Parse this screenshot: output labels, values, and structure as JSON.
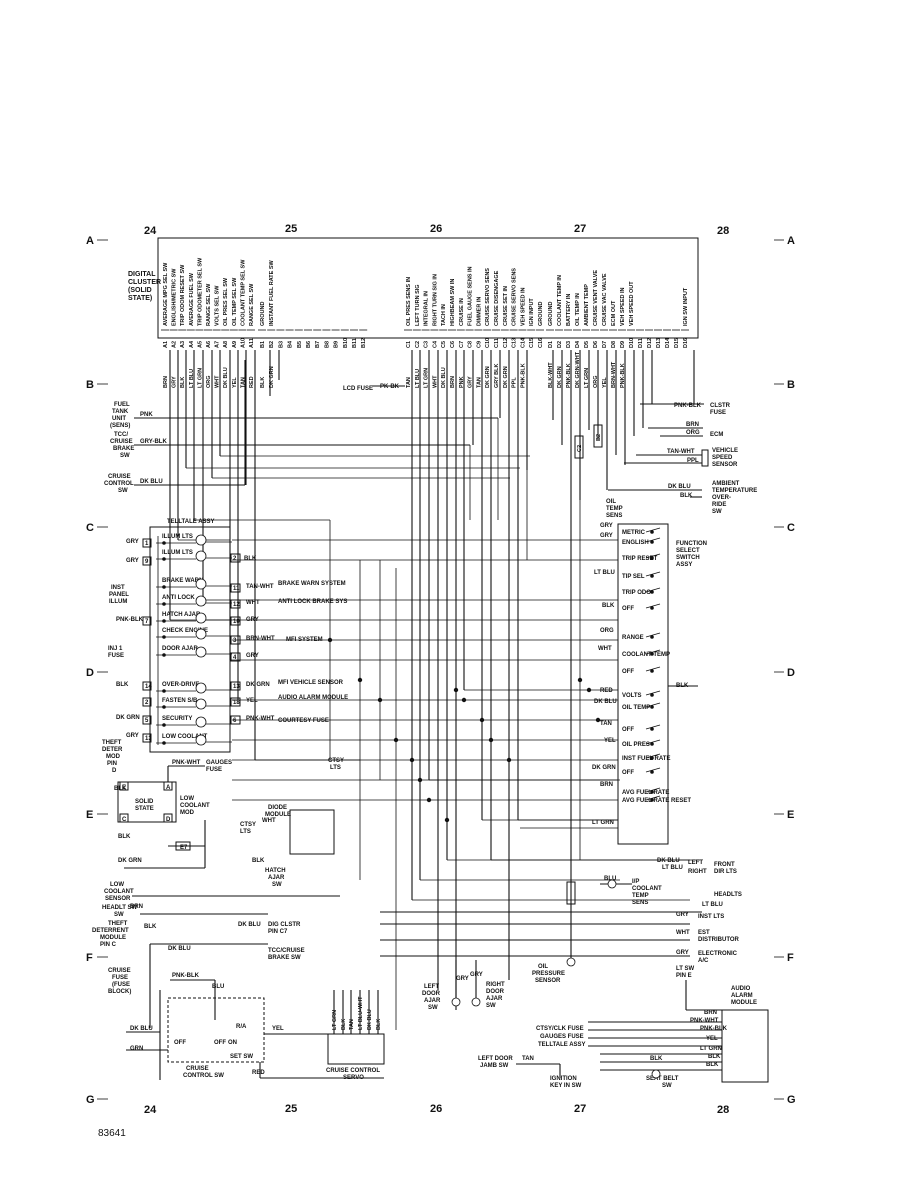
{
  "grid": {
    "columns": [
      "24",
      "25",
      "26",
      "27",
      "28"
    ],
    "rows": [
      "A",
      "B",
      "C",
      "D",
      "E",
      "F",
      "G"
    ]
  },
  "cluster": {
    "title": "DIGITAL CLUSTER (SOLID STATE)",
    "pinsA": [
      "A1",
      "A2",
      "A3",
      "A4",
      "A5",
      "A6",
      "A7",
      "A8",
      "A9",
      "A10",
      "A11"
    ],
    "pinsB": [
      "B1",
      "B2",
      "B3",
      "B4",
      "B5",
      "B6",
      "B7",
      "B8",
      "B9",
      "B10",
      "B11",
      "B12"
    ],
    "pinsC": [
      "C1",
      "C2",
      "C3",
      "C4",
      "C5",
      "C6",
      "C7",
      "C8",
      "C9",
      "C10",
      "C11",
      "C12",
      "C13",
      "C14",
      "C15",
      "C16"
    ],
    "pinsD": [
      "D1",
      "D2",
      "D3",
      "D4",
      "D5",
      "D6",
      "D7",
      "D8",
      "D9",
      "D10",
      "D11",
      "D12",
      "D13",
      "D14",
      "D15",
      "D16"
    ],
    "funcA": [
      "AVERAGE MPG SEL SW",
      "ENGLISH/METRIC SW",
      "TRIP ODOM RESET SW",
      "AVERAGE FUEL SW",
      "TRIP ODOMETER SEL SW",
      "RANGE SEL SW",
      "VOLTS SEL SW",
      "OIL PRES SEL SW",
      "OIL TEMP SEL SW",
      "COOLANT TEMP SEL SW",
      "RANGE SEL SW"
    ],
    "funcB": [
      "GROUND",
      "INSTANT FUEL RATE SW"
    ],
    "funcC": [
      "OIL PRES SENS IN",
      "LEFT TURN SIG",
      "INTEGRAL IN",
      "RIGHT TURN SIG IN",
      "TACH IN",
      "HIGHBEAM SW IN",
      "CRUISE IN",
      "FUEL GAUGE SENS IN",
      "DIMMER IN",
      "CRUISE SERVO SENS",
      "CRUISE DISENGAGE",
      "CRUISE SET IN",
      "CRUISE SERVO SENS",
      "VEH SPEED IN",
      "IGN INPUT",
      "GROUND"
    ],
    "funcD": [
      "GROUND",
      "COOLANT TEMP IN",
      "BATTERY IN",
      "OIL TEMP IN",
      "AMBIENT TEMP",
      "CRUISE VENT VALVE",
      "CRUISE VAC VALVE",
      "ECM OUT",
      "VEH SPEED IN",
      "VEH SPEED OUT",
      "",
      "",
      "",
      "",
      "",
      "IGN SW INPUT"
    ]
  },
  "wires": {
    "colA": [
      "BRN",
      "GRY",
      "BLK",
      "LT BLU",
      "LT GRN",
      "ORG",
      "WHT",
      "DK BLU",
      "YEL",
      "TAN",
      "RED"
    ],
    "colB": [
      "BLK",
      "DK GRN"
    ],
    "colC": [
      "TAN",
      "LT BLU",
      "LT GRN",
      "WHT",
      "DK BLU",
      "BRN",
      "PNK",
      "GRY",
      "TAN",
      "DK GRN",
      "GRY BLK",
      "DK GRN",
      "PPL",
      "PNK-BLK"
    ],
    "colD": [
      "BLK-WHT",
      "DK GRN",
      "PNK-BLK",
      "DK GRN-WHT",
      "LT GRN",
      "ORG",
      "YEL",
      "BRN-WHT",
      "PNK-BLK"
    ]
  },
  "left_components": {
    "fuel_tank": "FUEL TANK UNIT (SENS)",
    "fuel_tank_wire": "PNK",
    "tcc_brake": "TCC/ CRUISE BRAKE SW",
    "tcc_wire": "GRY-BLK",
    "cruise_control_sw": "CRUISE CONTROL SW",
    "cruise_wire": "DK BLU",
    "lcd_fuse": "LCD FUSE",
    "lcd_wire": "PK-BK",
    "inst_panel_illum": "INST PANEL ILLUM",
    "inj_fuse": "INJ 1 FUSE",
    "theft_deter": "THEFT DETER MOD PIN D"
  },
  "telltale": {
    "title": "TELLTALE ASSY",
    "items": [
      "ILLUM LTS",
      "ILLUM LTS",
      "BRAKE WARN",
      "ANTI LOCK",
      "HATCH AJAR",
      "CHECK ENGINE",
      "DOOR AJAR",
      "OVER-DRIVE",
      "FASTEN S/B",
      "SECURITY",
      "LOW COOLANT"
    ],
    "pins": [
      "1",
      "9",
      "2",
      "11",
      "12",
      "10",
      "7",
      "3",
      "4",
      "14",
      "13",
      "2",
      "5",
      "6",
      "18",
      "13"
    ],
    "right_labels": [
      "BRAKE WARN SYSTEM",
      "ANTI LOCK BRAKE SYS",
      "MFI SYSTEM",
      "MFI VEHICLE SENSOR",
      "AUDIO ALARM MODULE",
      "COURTESY FUSE"
    ],
    "wire_labels": [
      "GRY",
      "GRY",
      "BLK",
      "TAN-WHT",
      "WHT",
      "GRY",
      "PNK-BLK",
      "BRN-WHT",
      "GRY",
      "BLK",
      "DK GRN",
      "YEL",
      "DK GRN",
      "PNK-WHT",
      "GRY"
    ]
  },
  "right_components": {
    "clstr_fuse": "CLSTR FUSE",
    "ecm": "ECM",
    "vehicle_speed": "VEHICLE SPEED SENSOR",
    "ambient": "AMBIENT TEMPERATURE OVER-RIDE SW",
    "oil_temp_sens": "OIL TEMP SENS",
    "wire_clstr": "PNK-BLK",
    "wire_ecm1": "BRN",
    "wire_ecm2": "ORG",
    "wire_vss1": "TAN-WHT",
    "wire_vss2": "PPL",
    "wire_amb1": "DK BLU",
    "wire_amb2": "BLK"
  },
  "function_switch": {
    "title": "FUNCTION SELECT SWITCH ASSY",
    "items": [
      "METRIC",
      "ENGLISH",
      "TRIP RESET",
      "TIP SEL",
      "TRIP ODO",
      "OFF",
      "RANGE",
      "COOLANT TEMP",
      "OFF",
      "VOLTS",
      "OIL TEMP",
      "OFF",
      "OIL PRES",
      "INST FUEL RATE",
      "OFF",
      "AVG FUEL RATE",
      "AVG FUEL RATE RESET"
    ],
    "wires": [
      "GRY",
      "GRY",
      "LT BLU",
      "BLK",
      "ORG",
      "WHT",
      "RED",
      "DK BLU",
      "TAN",
      "YEL",
      "DK GRN",
      "BRN",
      "LT GRN"
    ],
    "ground_label": "BLK"
  },
  "lower_left": {
    "gauges_fuse": "GAUGES FUSE",
    "gauges_wire": "PNK-WHT",
    "solid_state": "SOLID STATE",
    "low_coolant_mod": "LOW COOLANT MOD",
    "low_coolant_sensor": "LOW COOLANT SENSOR",
    "headlt_sw": "HEADLT SW",
    "theft_module": "THEFT DETERRENT MODULE PIN C",
    "cruise_fuse": "CRUISE FUSE (FUSE BLOCK)",
    "cruise_control_sw": "CRUISE CONTROL SW",
    "diode_module": "DIODE MODULE",
    "ctsy_lts": "CTSY LTS",
    "hatch_ajar": "HATCH AJAR SW",
    "dig_clstr": "DIG CLSTR PIN C7",
    "tcc_brake": "TCC/CRUISE BRAKE SW",
    "cruise_servo": "CRUISE CONTROL SERVO",
    "switch_labels": [
      "R/A",
      "OFF",
      "OFF",
      "ON",
      "SET SW"
    ],
    "wire_labels": [
      "BLK",
      "DK GRN",
      "BLK",
      "BRN",
      "BLK",
      "DK BLU",
      "DK BLU",
      "PNK-BLK",
      "BLU",
      "DK BLU",
      "GRN",
      "YEL",
      "RED",
      "WHT",
      "BLK",
      "E7"
    ]
  },
  "lower_right": {
    "front_dir_lts": "FRONT DIR LTS",
    "left": "LEFT",
    "right": "RIGHT",
    "ip_coolant": "I/P COOLANT TEMP SENS",
    "headlts": "HEADLTS",
    "inst_lts": "INST LTS",
    "est_distributor": "EST DISTRIBUTOR",
    "electronic_ac": "ELECTRONIC A/C",
    "lt_sw": "LT SW PIN E",
    "audio_alarm": "AUDIO ALARM MODULE",
    "fuses": [
      "CTSY/CLK FUSE",
      "GAUGES FUSE",
      "TELLTALE ASSY"
    ],
    "left_door_jamb": "LEFT DOOR JAMB SW",
    "ignition_key": "IGNITION KEY IN SW",
    "seat_belt": "SEAT BELT SW",
    "oil_pressure": "OIL PRESSURE SENSOR",
    "left_door_ajar": "LEFT DOOR AJAR SW",
    "right_door_ajar": "RIGHT DOOR AJAR SW",
    "wires": [
      "DK BLU",
      "LT BLU",
      "BLU",
      "LT BLU",
      "GRY",
      "WHT",
      "GRY",
      "BRN",
      "PNK-WHT",
      "PNK-BLK",
      "YEL",
      "LT GRN",
      "BLK",
      "BLK",
      "TAN",
      "BLK",
      "GRY",
      "GRY"
    ]
  },
  "servo_wires": [
    "LT GRN",
    "BLK",
    "TAN",
    "LT BLU-WHT",
    "DK BLU",
    "BLK"
  ],
  "figure_ref": "83641"
}
